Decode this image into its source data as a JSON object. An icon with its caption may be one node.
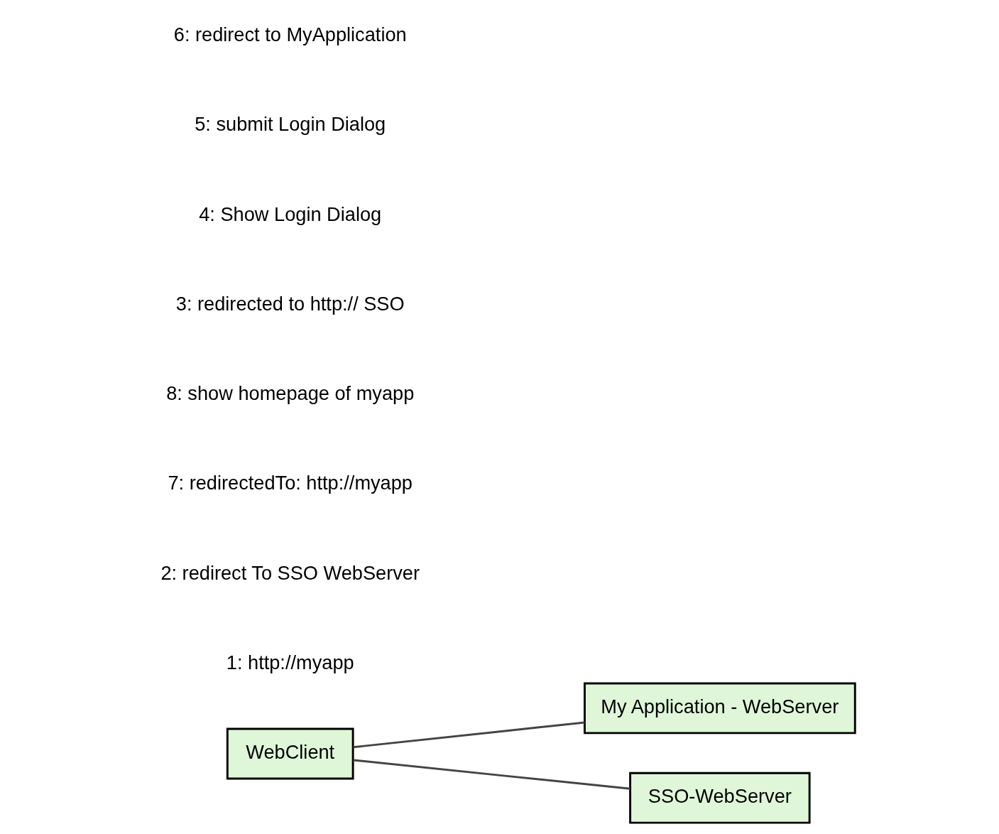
{
  "diagram": {
    "nodes": [
      {
        "text": [
          "My Application - WebServer"
        ]
      },
      {
        "text": [
          "WebClient"
        ]
      },
      {
        "text": [
          "SSO-WebServer"
        ]
      }
    ],
    "edges": [
      {
        "from": 1,
        "to": 0,
        "arrow": "none"
      },
      {
        "from": 1,
        "to": 2,
        "arrow": "none"
      }
    ],
    "labels": [
      "1: http://myapp",
      "2: redirect To SSO WebServer",
      "7: redirectedTo: http://myapp",
      "8: show homepage of myapp",
      "3: redirected to http:// SSO",
      "4: Show Login Dialog",
      "5: submit Login Dialog",
      "6: redirect to MyApplication"
    ]
  }
}
